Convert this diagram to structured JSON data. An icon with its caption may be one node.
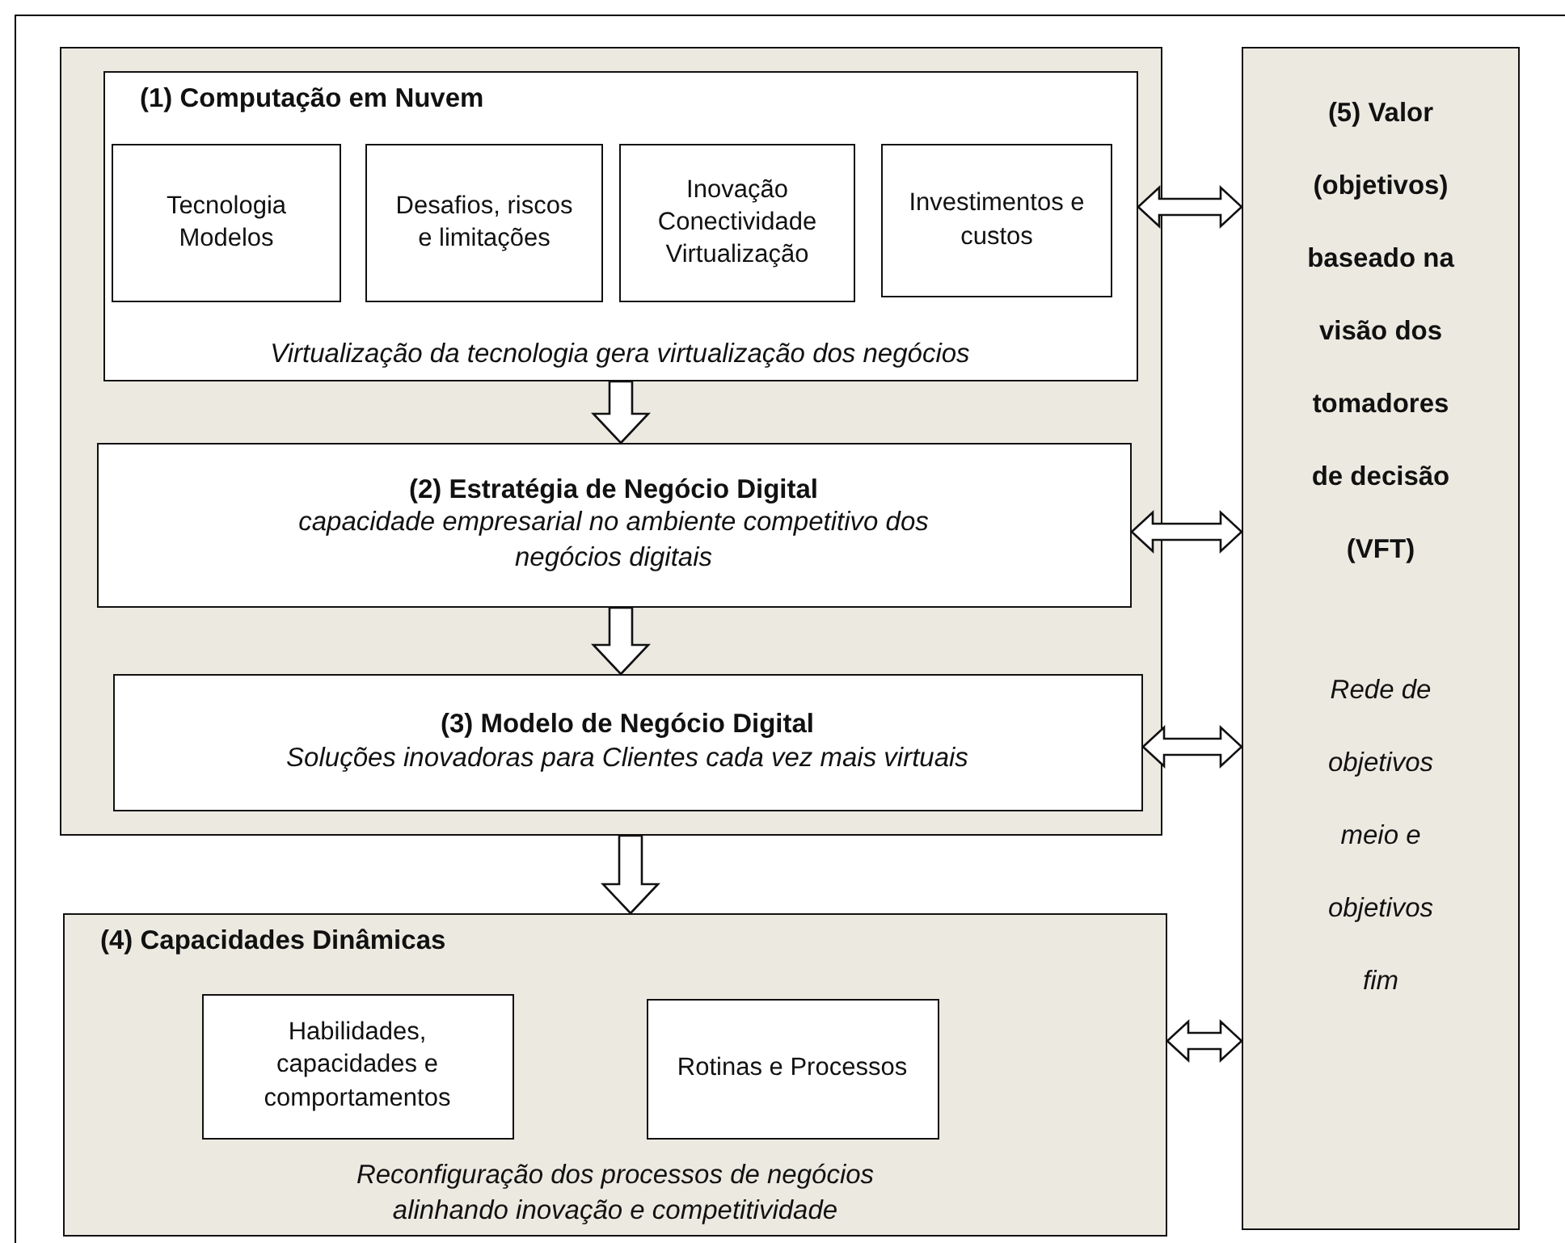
{
  "diagram": {
    "nodes": [
      {
        "text": [],
        "shape": "box"
      },
      {
        "text": [
          "(1) Computação em Nuvem",
          "Virtualização da tecnologia gera virtualização dos negócios"
        ],
        "in": 0
      },
      {
        "text": [
          "Tecnologia Modelos"
        ],
        "in": 1
      },
      {
        "text": [
          "Desafios, riscos e limitações"
        ],
        "in": 1
      },
      {
        "text": [
          "Inovação Conectividade Virtualização"
        ],
        "in": 1
      },
      {
        "text": [
          "Investimentos e custos"
        ],
        "in": 1
      },
      {
        "text": [
          "(2) Estratégia de Negócio Digital",
          "capacidade empresarial no ambiente competitivo dos negócios digitais"
        ],
        "in": 0
      },
      {
        "text": [
          "(3) Modelo de Negócio Digital",
          "Soluções inovadoras para Clientes cada vez mais virtuais"
        ],
        "in": 0
      },
      {
        "text": [
          "(4) Capacidades Dinâmicas",
          "Reconfiguração dos processos de negócios alinhando inovação e competitividade"
        ]
      },
      {
        "text": [
          "Habilidades, capacidades e comportamentos"
        ],
        "in": 8
      },
      {
        "text": [
          "Rotinas e Processos"
        ],
        "in": 8
      },
      {
        "text": [
          "(5) Valor (objetivos) baseado na visão dos tomadores de decisão (VFT)",
          "Rede de objetivos meio e objetivos fim"
        ]
      }
    ],
    "edges": [
      {
        "from": 1,
        "to": 6,
        "arrow": "to"
      },
      {
        "from": 6,
        "to": 7,
        "arrow": "to"
      },
      {
        "from": 0,
        "to": 8,
        "arrow": "to"
      },
      {
        "from": 1,
        "to": 11,
        "arrow": "both"
      },
      {
        "from": 6,
        "to": 11,
        "arrow": "both"
      },
      {
        "from": 7,
        "to": 11,
        "arrow": "both"
      },
      {
        "from": 8,
        "to": 11,
        "arrow": "both"
      }
    ]
  }
}
